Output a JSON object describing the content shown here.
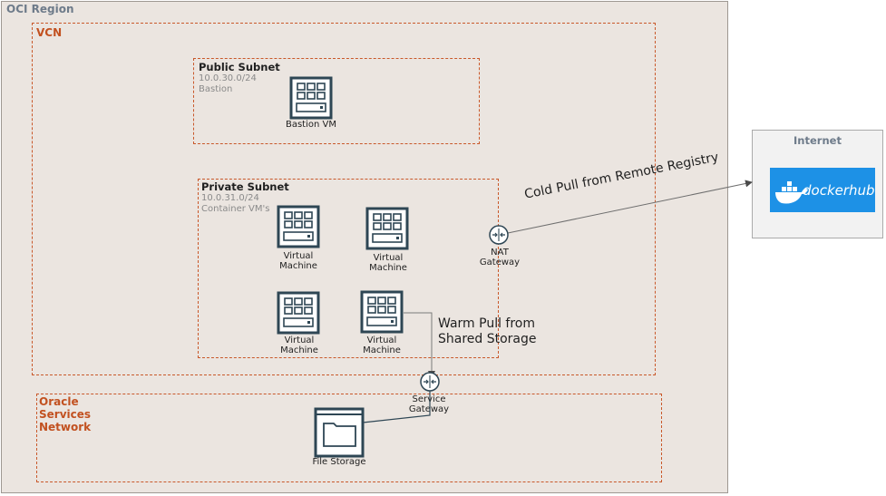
{
  "region": {
    "label": "OCI Region"
  },
  "vcn": {
    "label": "VCN"
  },
  "public_subnet": {
    "title": "Public Subnet",
    "cidr": "10.0.30.0/24",
    "desc": "Bastion",
    "vm_label": "Bastion VM"
  },
  "private_subnet": {
    "title": "Private Subnet",
    "cidr": "10.0.31.0/24",
    "desc": "Container VM's",
    "vms": [
      {
        "line1": "Virtual",
        "line2": "Machine"
      },
      {
        "line1": "Virtual",
        "line2": "Machine"
      },
      {
        "line1": "Virtual",
        "line2": "Machine"
      },
      {
        "line1": "Virtual",
        "line2": "Machine"
      }
    ]
  },
  "nat_gateway": {
    "line1": "NAT",
    "line2": "Gateway"
  },
  "service_gateway": {
    "line1": "Service",
    "line2": "Gateway"
  },
  "osn": {
    "line1": "Oracle",
    "line2": "Services",
    "line3": "Network"
  },
  "file_storage": {
    "label": "File Storage"
  },
  "internet": {
    "label": "Internet",
    "registry": "dockerhub"
  },
  "cold_pull": {
    "label": "Cold Pull  from Remote Registry"
  },
  "warm_pull": {
    "line1": "Warm Pull  from",
    "line2": "Shared Storage"
  },
  "colors": {
    "dashed_border": "#c9582a",
    "region_bg": "#ebe5e0",
    "icon": "#2e4654",
    "docker_blue": "#1d91e6"
  }
}
